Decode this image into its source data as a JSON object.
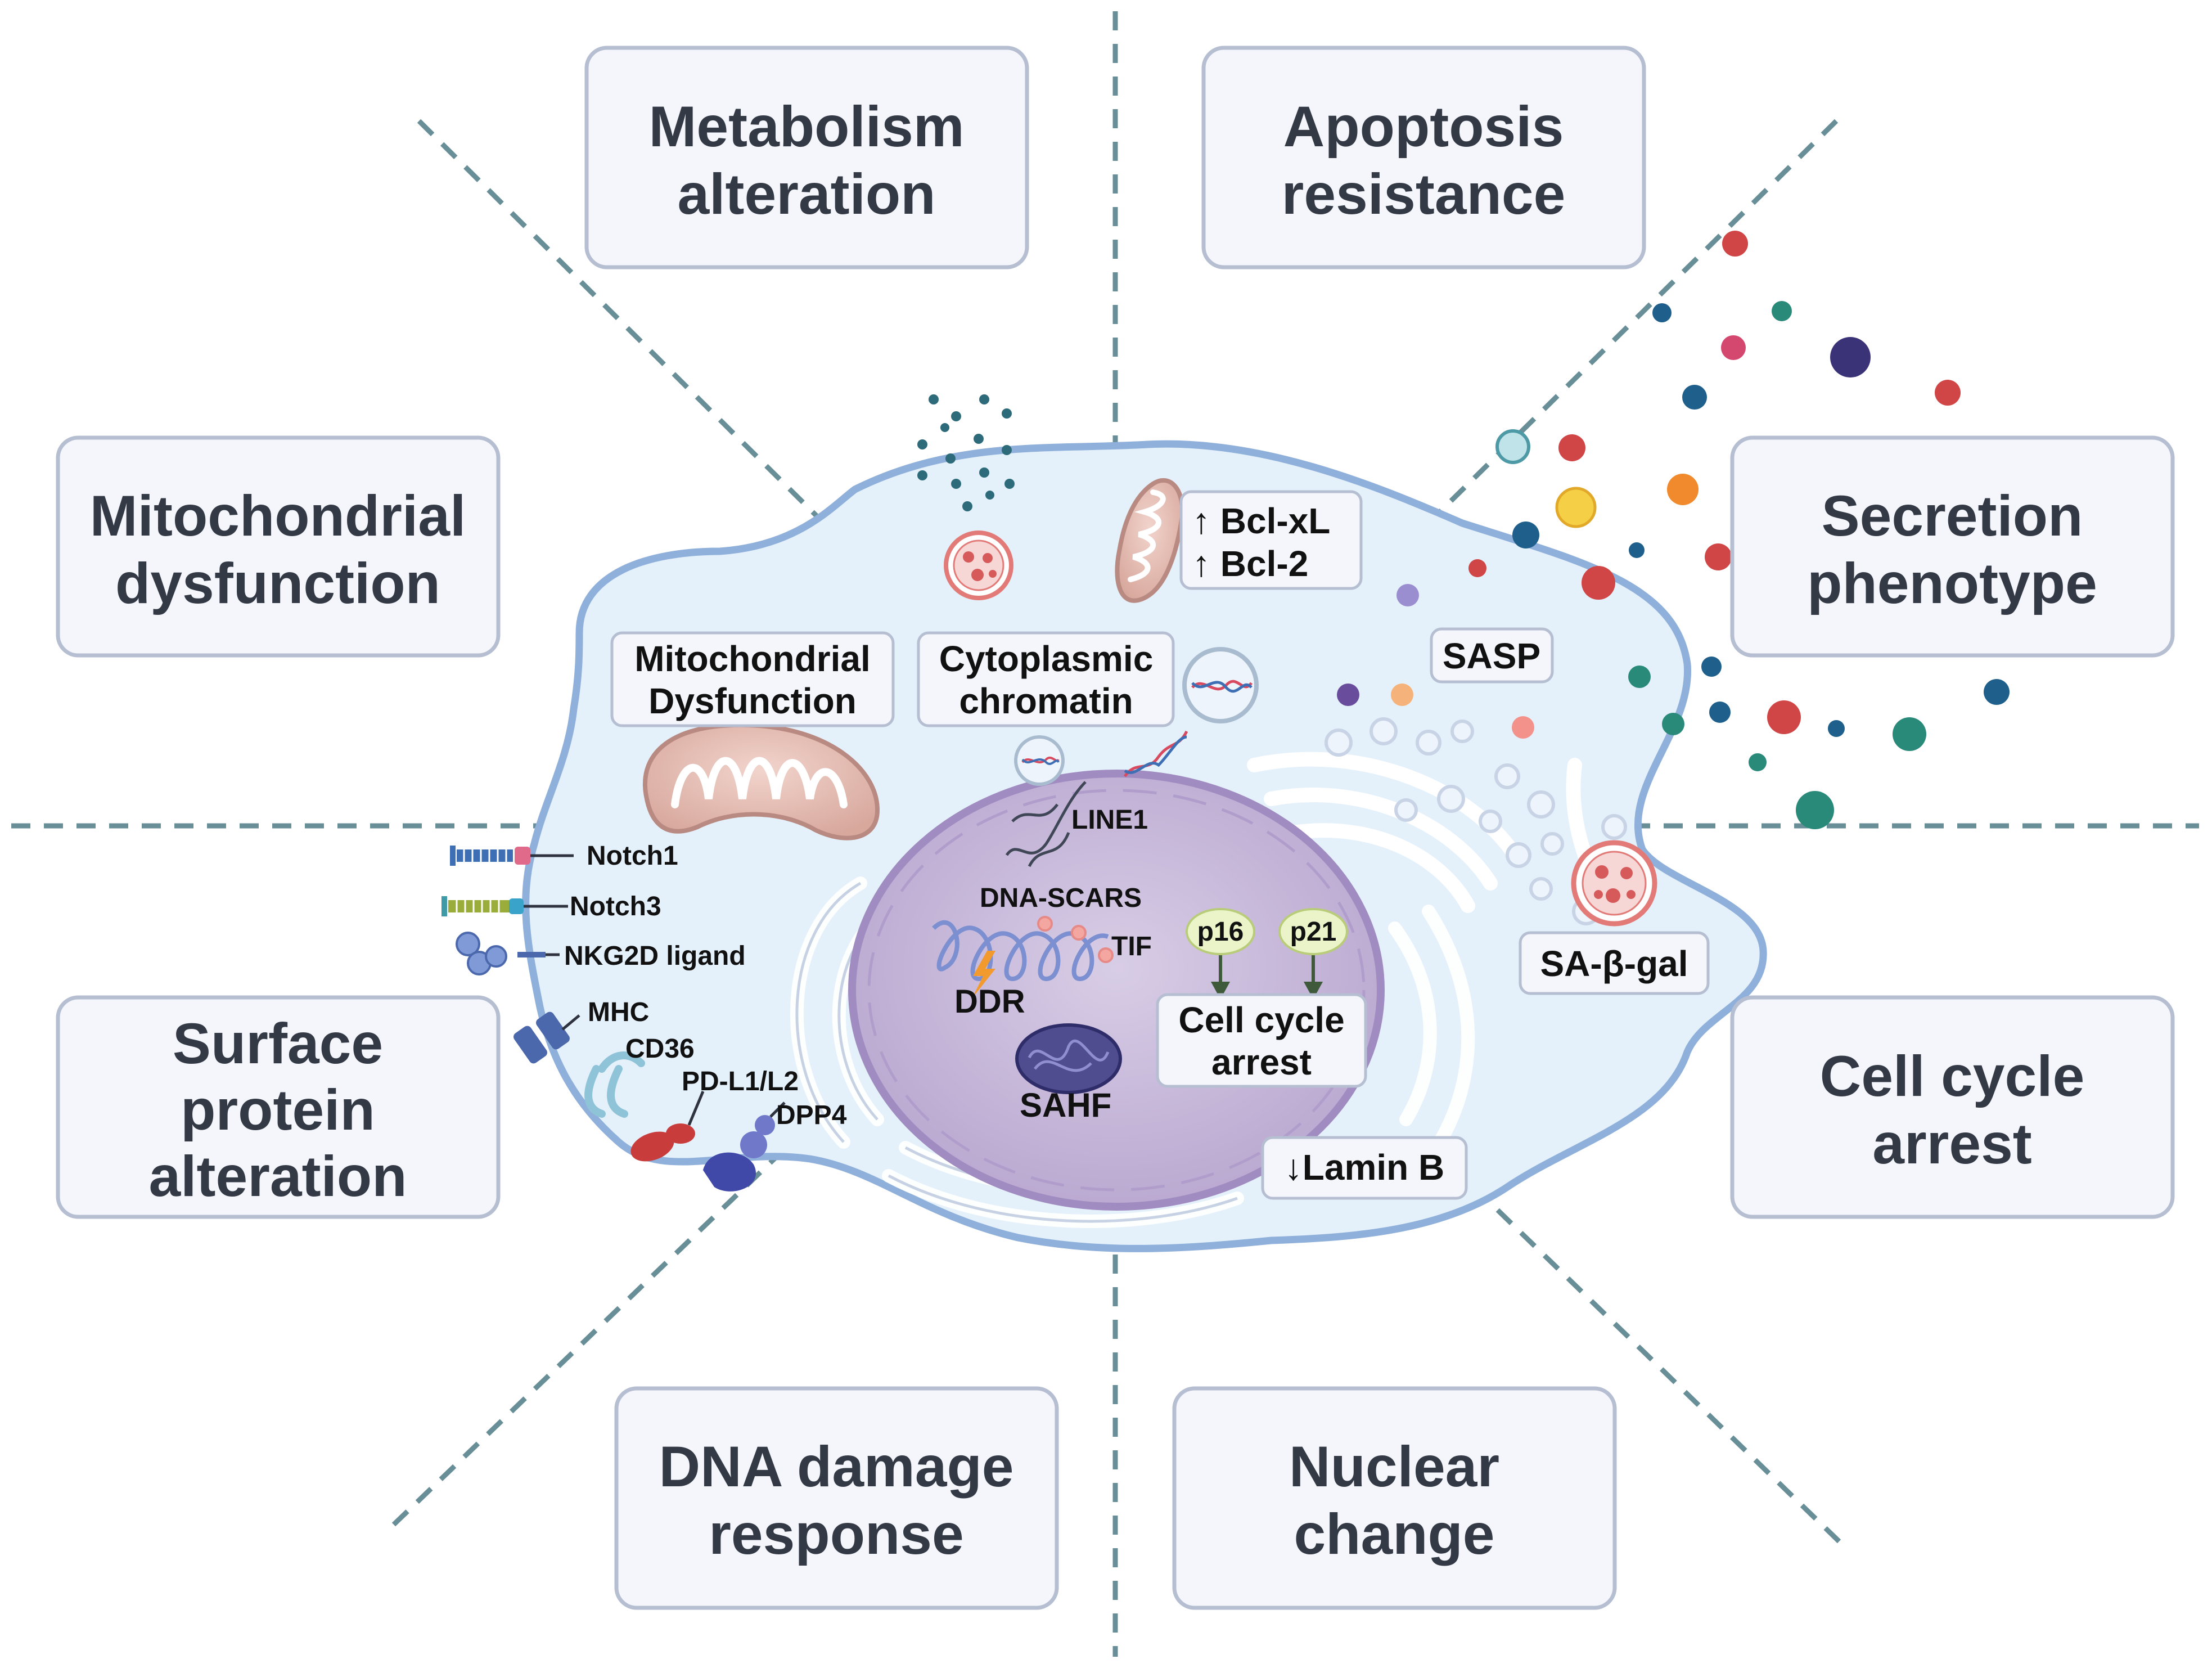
{
  "hallmarks": {
    "metabolism": [
      "Metabolism",
      "alteration"
    ],
    "apoptosis": [
      "Apoptosis",
      "resistance"
    ],
    "mitochondrial": [
      "Mitochondrial",
      "dysfunction"
    ],
    "secretion": [
      "Secretion",
      "phenotype"
    ],
    "surface": [
      "Surface",
      "protein",
      "alteration"
    ],
    "cell_cycle": [
      "Cell cycle",
      "arrest"
    ],
    "dna_damage": [
      "DNA damage",
      "response"
    ],
    "nuclear": [
      "Nuclear",
      "change"
    ]
  },
  "cell_labels": {
    "bcl": [
      "↑ Bcl-xL",
      "↑ Bcl-2"
    ],
    "mito_dysfunction": [
      "Mitochondrial",
      "Dysfunction"
    ],
    "cyto_chromatin": [
      "Cytoplasmic",
      "chromatin"
    ],
    "sasp": "SASP",
    "line1": "LINE1",
    "dna_scars": "DNA-SCARS",
    "tif": "TIF",
    "ddr": "DDR",
    "sahf": "SAHF",
    "p16": "p16",
    "p21": "p21",
    "cell_cycle_arrest": [
      "Cell cycle",
      "arrest"
    ],
    "sa_beta_gal": "SA-β-gal",
    "lamin_b": "↓Lamin B"
  },
  "surface_proteins": [
    "Notch1",
    "Notch3",
    "NKG2D ligand",
    "MHC",
    "CD36",
    "PD-L1/L2",
    "DPP4"
  ],
  "colors": {
    "cell_fill": "#e4f1fb",
    "cell_stroke": "#8fb0da",
    "nucleus_fill": "#c7b8da",
    "box_fill": "#f4f6fb",
    "box_stroke": "#b6bed2",
    "hallmark_text": "#333a46",
    "dash_line": "#4d7b86"
  }
}
